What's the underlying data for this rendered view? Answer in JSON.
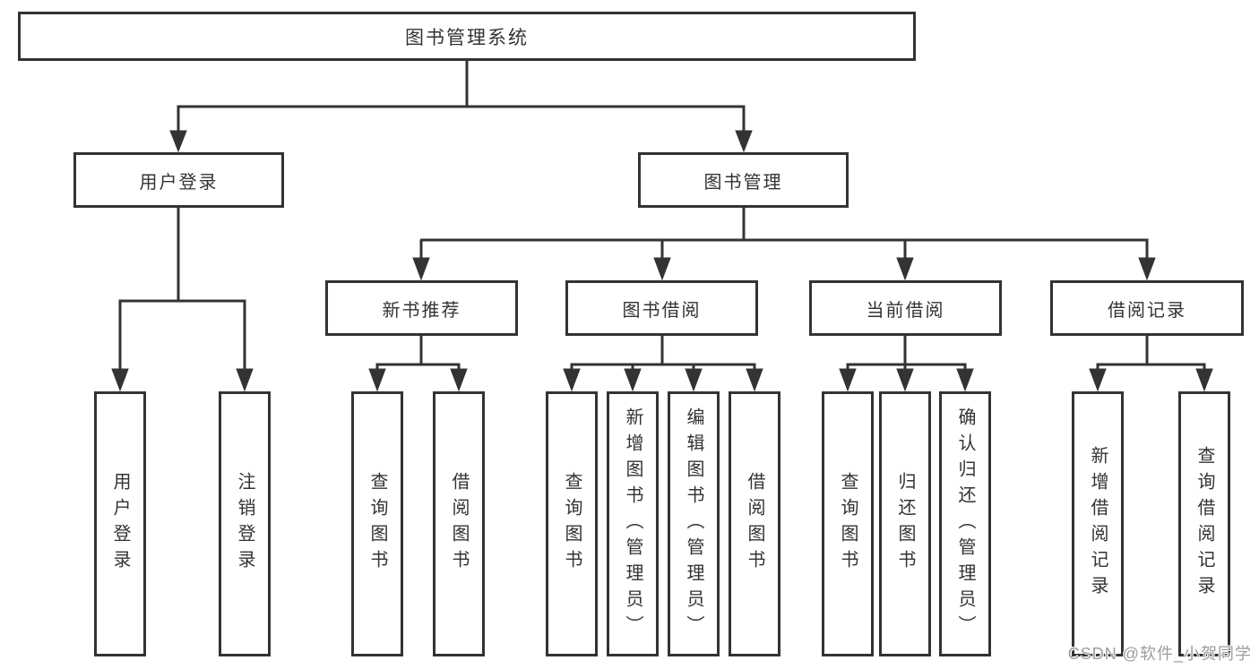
{
  "diagram": {
    "title": "图书管理系统",
    "root": "图书管理系统",
    "level2": {
      "userLogin": "用户登录",
      "bookMgmt": "图书管理"
    },
    "level3": {
      "newBooks": "新书推荐",
      "borrow": "图书借阅",
      "current": "当前借阅",
      "records": "借阅记录"
    },
    "leaves": {
      "userLogin": [
        "用户登录",
        "注销登录"
      ],
      "newBooks": [
        "查询图书",
        "借阅图书"
      ],
      "borrow": [
        "查询图书",
        "新增图书（管理员）",
        "编辑图书（管理员）",
        "借阅图书"
      ],
      "current": [
        "查询图书",
        "归还图书",
        "确认归还（管理员）"
      ],
      "records": [
        "新增借阅记录",
        "查询借阅记录"
      ]
    }
  },
  "watermark": "CSDN @软件_小贺同学",
  "colors": {
    "line": "#333333",
    "text": "#333333",
    "box_background": "#ffffff",
    "page_background": "#ffffff",
    "watermark": "#9c9c9c"
  }
}
